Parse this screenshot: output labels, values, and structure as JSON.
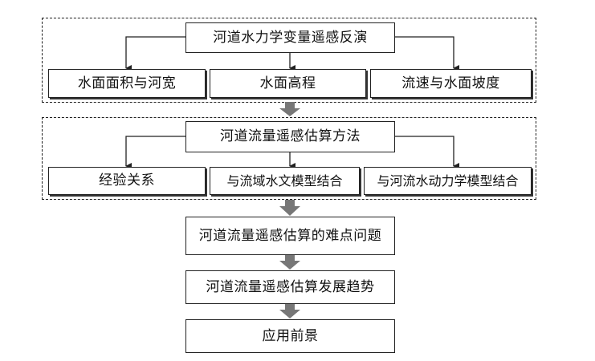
{
  "diagram": {
    "group_inversion": {
      "title": "河道水力学变量遥感反演",
      "children": [
        "水面面积与河宽",
        "水面高程",
        "流速与水面坡度"
      ]
    },
    "group_methods": {
      "title": "河道流量遥感估算方法",
      "children": [
        "经验关系",
        "与流域水文模型结合",
        "与河流水动力学模型结合"
      ]
    },
    "chain": [
      "河道流量遥感估算的难点问题",
      "河道流量遥感估算发展趋势",
      "应用前景"
    ]
  }
}
